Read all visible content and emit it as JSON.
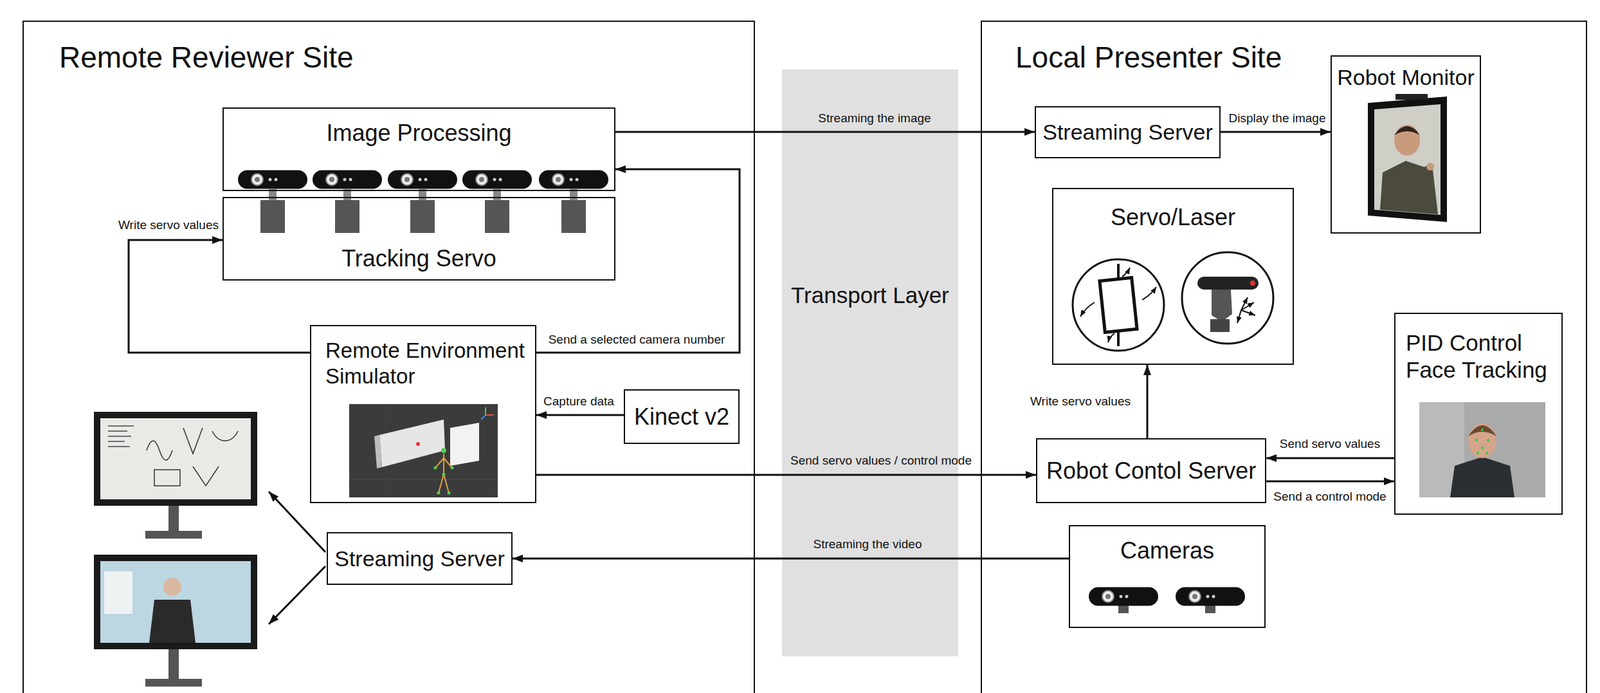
{
  "diagram": {
    "nodes": [
      {
        "text": [
          "Remote Reviewer Site"
        ]
      },
      {
        "text": [
          "Image Processing"
        ],
        "in": 0
      },
      {
        "text": [
          "Tracking Servo"
        ],
        "in": 0
      },
      {
        "text": [
          "Remote Environment Simulator"
        ],
        "in": 0
      },
      {
        "text": [
          "Kinect v2"
        ],
        "in": 0
      },
      {
        "text": [
          "Streaming Server"
        ],
        "in": 0
      },
      {
        "text": [
          "Transport Layer"
        ]
      },
      {
        "text": [
          "Local Presenter Site"
        ]
      },
      {
        "text": [
          "Streaming Server"
        ],
        "in": 7
      },
      {
        "text": [
          "Robot Monitor"
        ],
        "in": 7
      },
      {
        "text": [
          "Servo/Laser"
        ],
        "in": 7
      },
      {
        "text": [
          "PID Control Face Tracking"
        ],
        "in": 7
      },
      {
        "text": [
          "Robot Contol Server"
        ],
        "in": 7
      },
      {
        "text": [
          "Cameras"
        ],
        "in": 7
      }
    ],
    "edges": [
      {
        "from": 1,
        "to": 8,
        "arrow": "to",
        "label": "Streaming the image"
      },
      {
        "from": 8,
        "to": 9,
        "arrow": "to",
        "label": "Display the image"
      },
      {
        "from": 3,
        "to": 2,
        "arrow": "to",
        "label": "Write servo values"
      },
      {
        "from": 3,
        "to": 1,
        "arrow": "to",
        "label": "Send a selected camera number"
      },
      {
        "from": 4,
        "to": 3,
        "arrow": "to",
        "label": "Capture data"
      },
      {
        "from": 3,
        "to": 12,
        "arrow": "to",
        "label": "Send servo values / control mode"
      },
      {
        "from": 12,
        "to": 10,
        "arrow": "to",
        "label": "Write servo values"
      },
      {
        "from": 11,
        "to": 12,
        "arrow": "to",
        "label": "Send servo values"
      },
      {
        "from": 12,
        "to": 11,
        "arrow": "to",
        "label": "Send a control mode"
      },
      {
        "from": 13,
        "to": 5,
        "arrow": "to",
        "label": "Streaming the video"
      }
    ]
  }
}
